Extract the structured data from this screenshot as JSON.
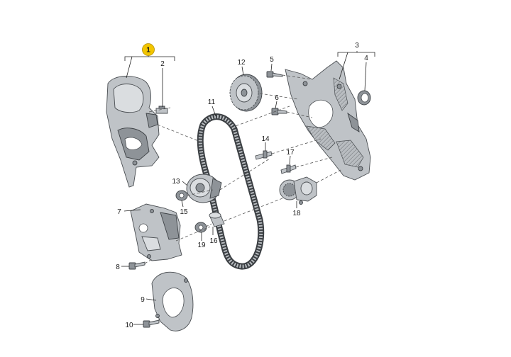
{
  "diagram": {
    "highlight_color": "#f2c500",
    "part_color": "#bfc3c7",
    "callouts": [
      {
        "id": "1",
        "text": "1",
        "highlighted": true
      },
      {
        "id": "2",
        "text": "2"
      },
      {
        "id": "3",
        "text": "3"
      },
      {
        "id": "4",
        "text": "4"
      },
      {
        "id": "5",
        "text": "5"
      },
      {
        "id": "6",
        "text": "6"
      },
      {
        "id": "7",
        "text": "7"
      },
      {
        "id": "8",
        "text": "8"
      },
      {
        "id": "9",
        "text": "9"
      },
      {
        "id": "10",
        "text": "10"
      },
      {
        "id": "11",
        "text": "11"
      },
      {
        "id": "12",
        "text": "12"
      },
      {
        "id": "13",
        "text": "13"
      },
      {
        "id": "14",
        "text": "14"
      },
      {
        "id": "15",
        "text": "15"
      },
      {
        "id": "16",
        "text": "16"
      },
      {
        "id": "17",
        "text": "17"
      },
      {
        "id": "18",
        "text": "18"
      },
      {
        "id": "19",
        "text": "19"
      }
    ]
  }
}
